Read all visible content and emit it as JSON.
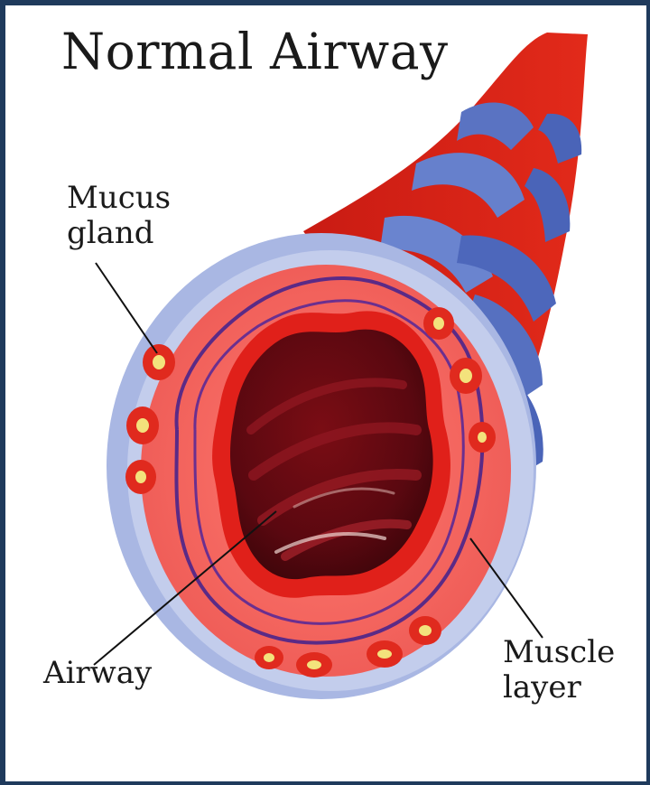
{
  "title": "Normal Airway",
  "labels": {
    "mucus_gland": [
      "Mucus",
      "gland"
    ],
    "airway": "Airway",
    "muscle_layer": [
      "Muscle",
      "layer"
    ]
  },
  "colors": {
    "background": "#ffffff",
    "border": "#1f3a5c",
    "tissue_pink": "#f25a5a",
    "outer_membrane": "#a9b7e3",
    "lumen": "#6a0a10",
    "vessel_red": "#d8271a",
    "vessel_blue": "#4a64b8",
    "muscle_purple": "#5b2a86",
    "gland_yellow": "#f3e27c"
  }
}
